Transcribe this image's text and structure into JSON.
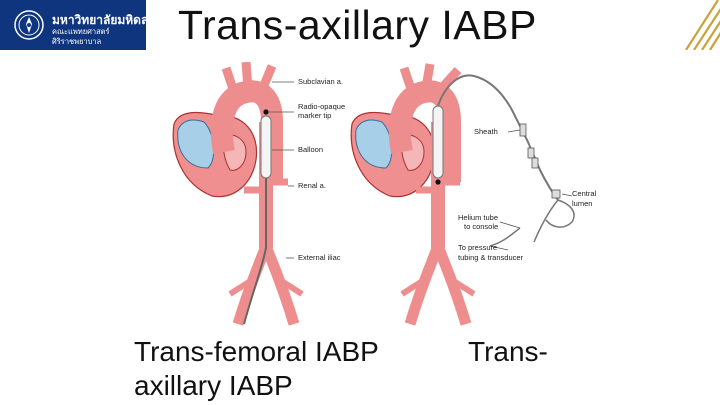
{
  "header": {
    "logo_line1": "มหาวิทยาลัยมหิดล",
    "logo_line2": "คณะแพทยศาสตร์",
    "logo_line3": "ศิริราชพยาบาล",
    "title": "Trans-axillary IABP",
    "colors": {
      "logo_bg": "#10357f",
      "stripes": "#c9a23a"
    }
  },
  "figure": {
    "left_labels": {
      "subclavian": "Subclavian a.",
      "marker1": "Radio-opaque",
      "marker2": "marker tip",
      "balloon": "Balloon",
      "renal": "Renal a.",
      "iliac": "External iliac"
    },
    "right_labels": {
      "sheath": "Sheath",
      "central1": "Central",
      "central2": "lumen",
      "helium1": "Helium tube",
      "helium2": "to console",
      "pressure1": "To pressure",
      "pressure2": "tubing & transducer"
    }
  },
  "captions": {
    "left": "Trans-femoral IABP",
    "right": "Trans-",
    "second_line": "axillary IABP"
  }
}
